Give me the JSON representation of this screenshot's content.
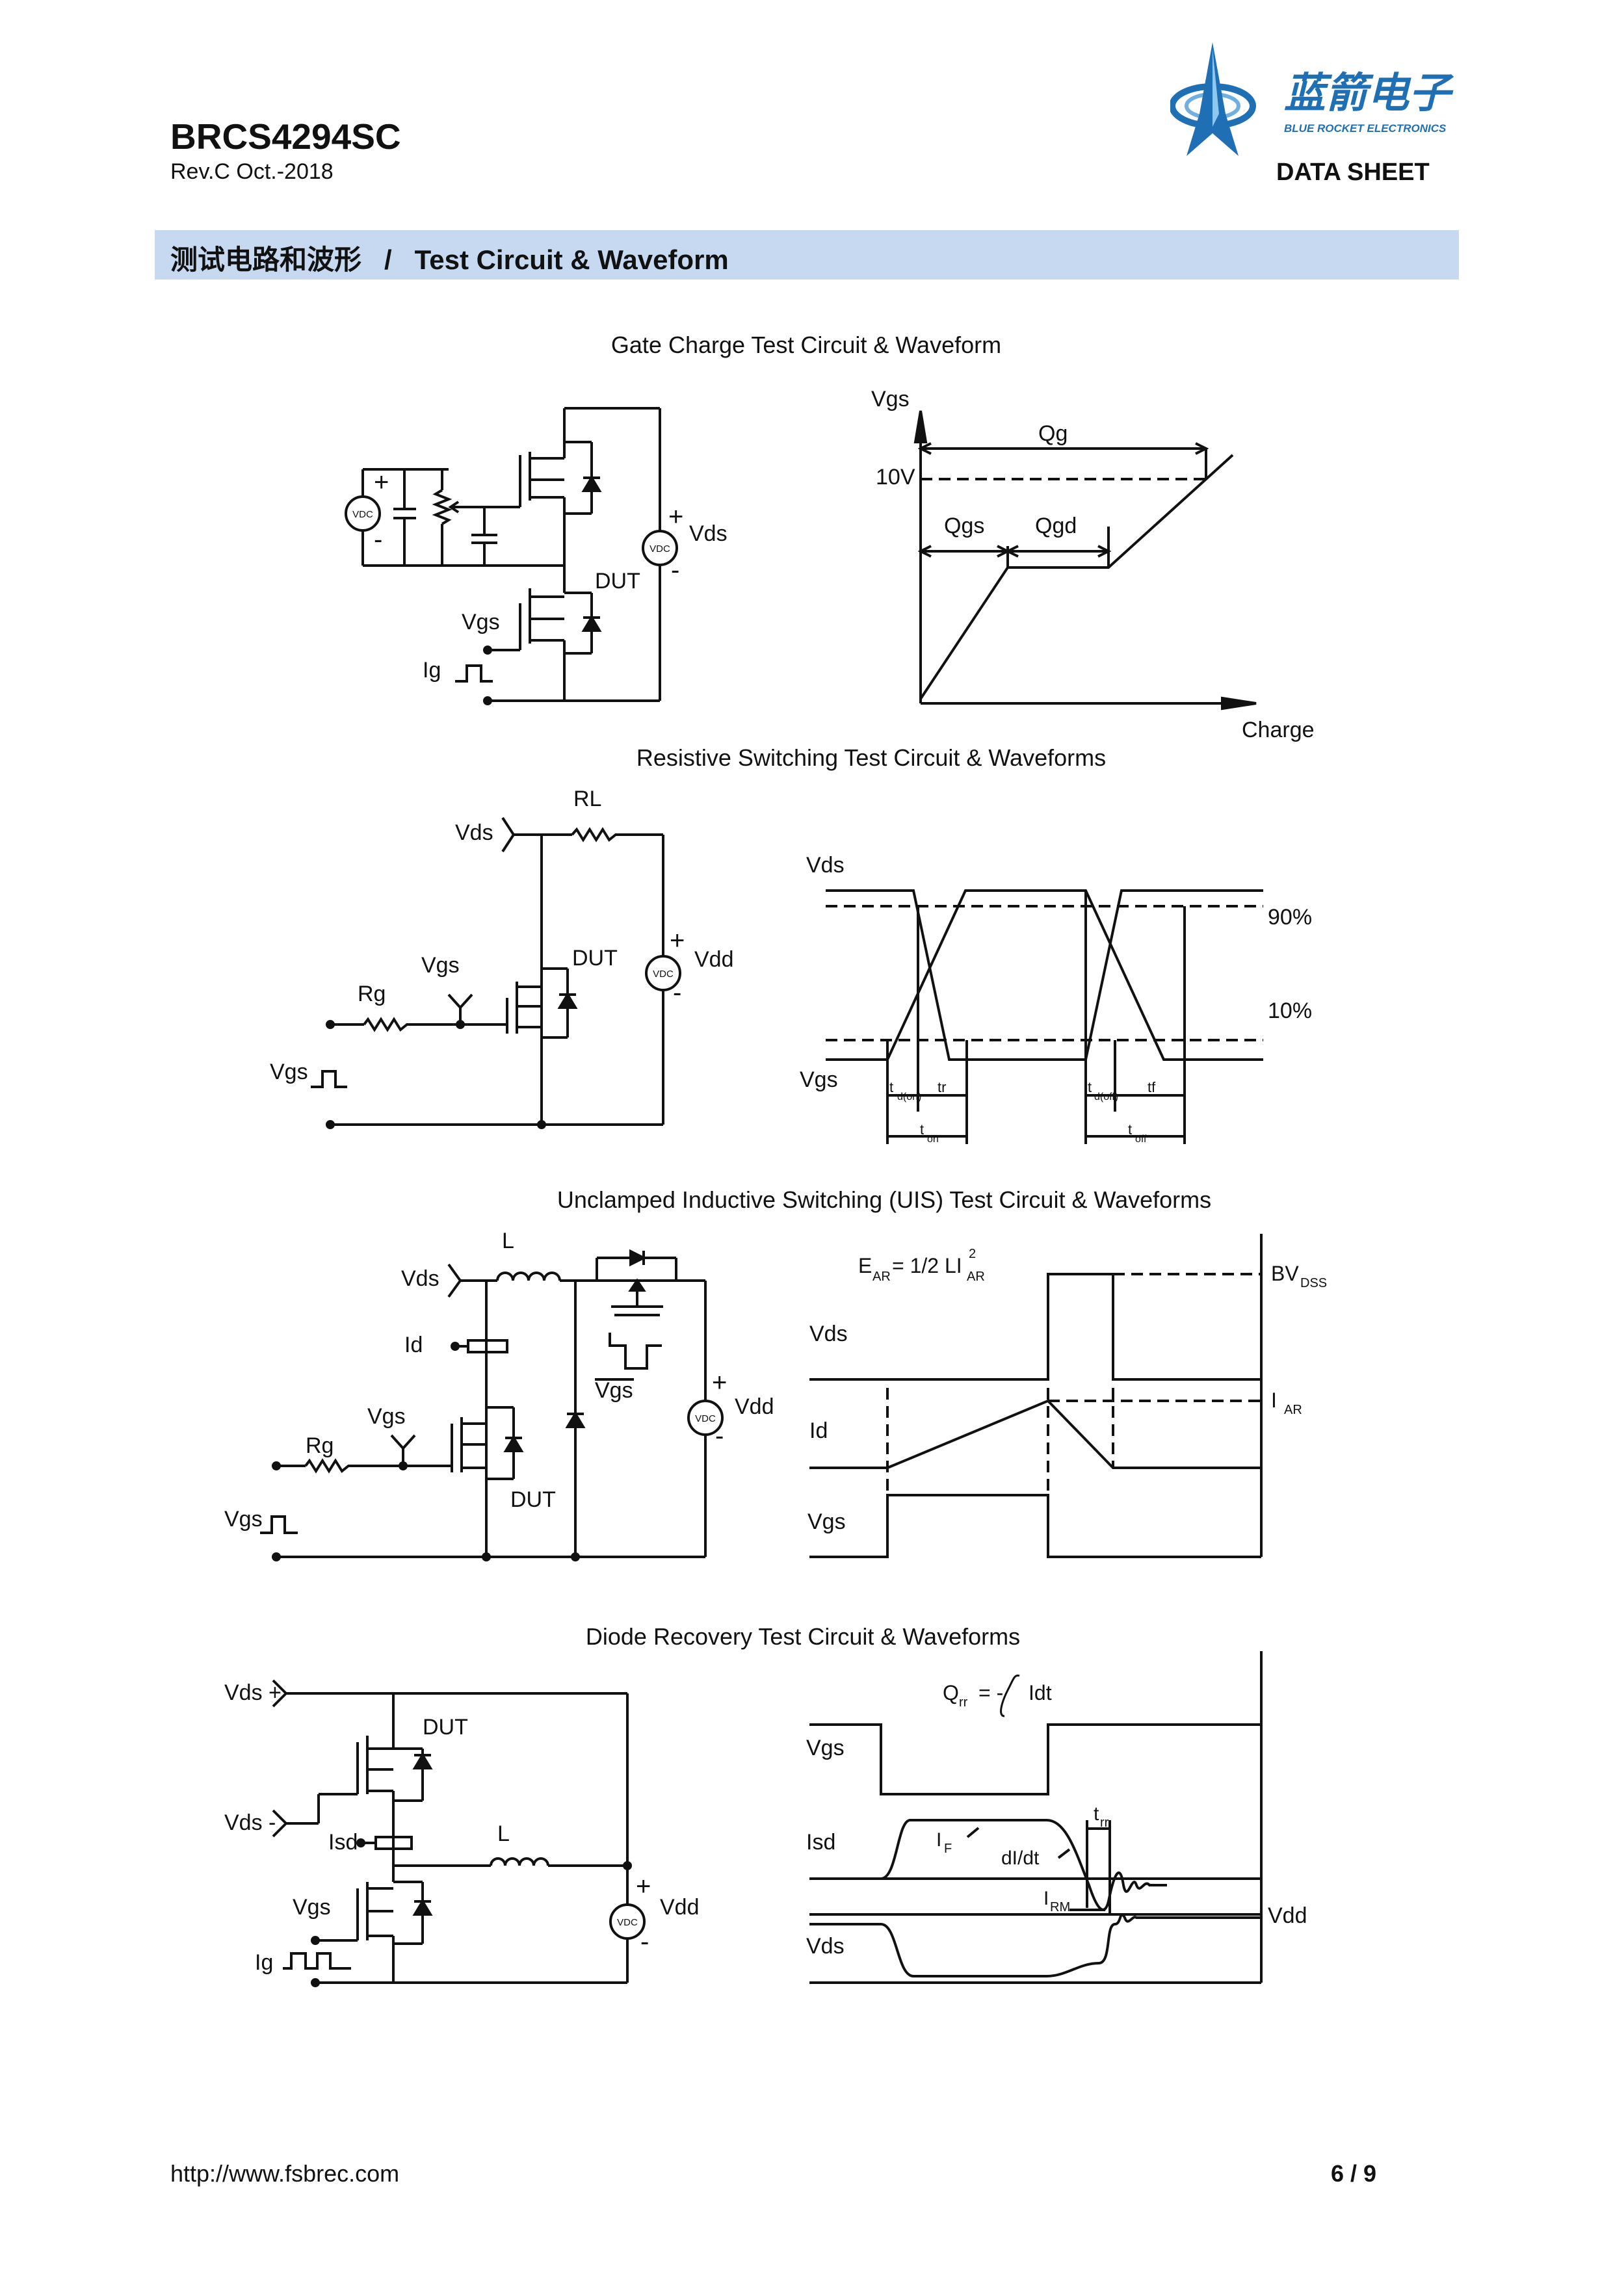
{
  "header": {
    "part_number": "BRCS4294SC",
    "revision": "Rev.C Oct.-2018",
    "logo_text_cn": "蓝箭电子",
    "logo_text_en": "BLUE ROCKET ELECTRONICS",
    "doc_type": "DATA SHEET"
  },
  "section": {
    "title": "测试电路和波形   /   Test Circuit & Waveform"
  },
  "figures": {
    "gate_charge": {
      "title": "Gate Charge Test Circuit & Waveform",
      "labels": {
        "vdc1": "VDC",
        "plus1": "+",
        "minus1": "-",
        "vdc2": "VDC",
        "plus2": "+",
        "minus2": "-",
        "vds": "Vds",
        "dut": "DUT",
        "vgs": "Vgs",
        "ig": "Ig",
        "w_vgs": "Vgs",
        "qg": "Qg",
        "v10": "10V",
        "qgs": "Qgs",
        "qgd": "Qgd",
        "charge": "Charge"
      }
    },
    "resistive": {
      "title": "Resistive Switching Test Circuit & Waveforms",
      "labels": {
        "vds": "Vds",
        "rl": "RL",
        "rg": "Rg",
        "vgs_mid": "Vgs",
        "dut": "DUT",
        "vdd": "Vdd",
        "vdc": "VDC",
        "plus": "+",
        "minus": "-",
        "vgs_pulse": "Vgs",
        "w_vds": "Vds",
        "w_vgs": "Vgs",
        "p90": "90%",
        "p10": "10%",
        "t": "t",
        "sub_don": "d(on)",
        "sub_doff": "d(off)",
        "sub_on": "on",
        "sub_off": "off",
        "tr": "tr",
        "tf": "tf"
      }
    },
    "uis": {
      "title": "Unclamped Inductive Switching (UIS) Test Circuit & Waveforms",
      "labels": {
        "vds": "Vds",
        "l": "L",
        "id": "Id",
        "vgs_mid": "Vgs",
        "rg": "Rg",
        "dut": "DUT",
        "vgs_pulse": "Vgs",
        "vgs_bar": "Vgs",
        "vdd": "Vdd",
        "vdc": "VDC",
        "plus": "+",
        "minus": "-",
        "ear": "E",
        "ear_sub": "AR",
        "ear_eq": "= 1/2 LI",
        "ear_sup": "2",
        "ear_sub2": "AR",
        "w_vds": "Vds",
        "w_id": "Id",
        "w_vgs": "Vgs",
        "bv": "BV",
        "bv_sub": "DSS",
        "iar": "I",
        "iar_sub": "AR"
      }
    },
    "diode_recovery": {
      "title": "Diode Recovery Test Circuit & Waveforms",
      "labels": {
        "vds_plus": "Vds +",
        "vds_minus": "Vds -",
        "dut": "DUT",
        "isd": "Isd",
        "l": "L",
        "vgs": "Vgs",
        "ig": "Ig",
        "vdd": "Vdd",
        "vdc": "VDC",
        "plus": "+",
        "minus": "-",
        "qrr": "Q",
        "qrr_sub": "rr",
        "qrr_eq": "= -",
        "qrr_int": "Idt",
        "w_vgs": "Vgs",
        "w_isd": "Isd",
        "w_vds": "Vds",
        "w_vdd": "Vdd",
        "if": "I",
        "if_sub": "F",
        "didt": "dI/dt",
        "irm": "I",
        "irm_sub": "RM",
        "trr": "t",
        "trr_sub": "rr"
      }
    }
  },
  "footer": {
    "url": "http://www.fsbrec.com",
    "page": "6 / 9"
  }
}
